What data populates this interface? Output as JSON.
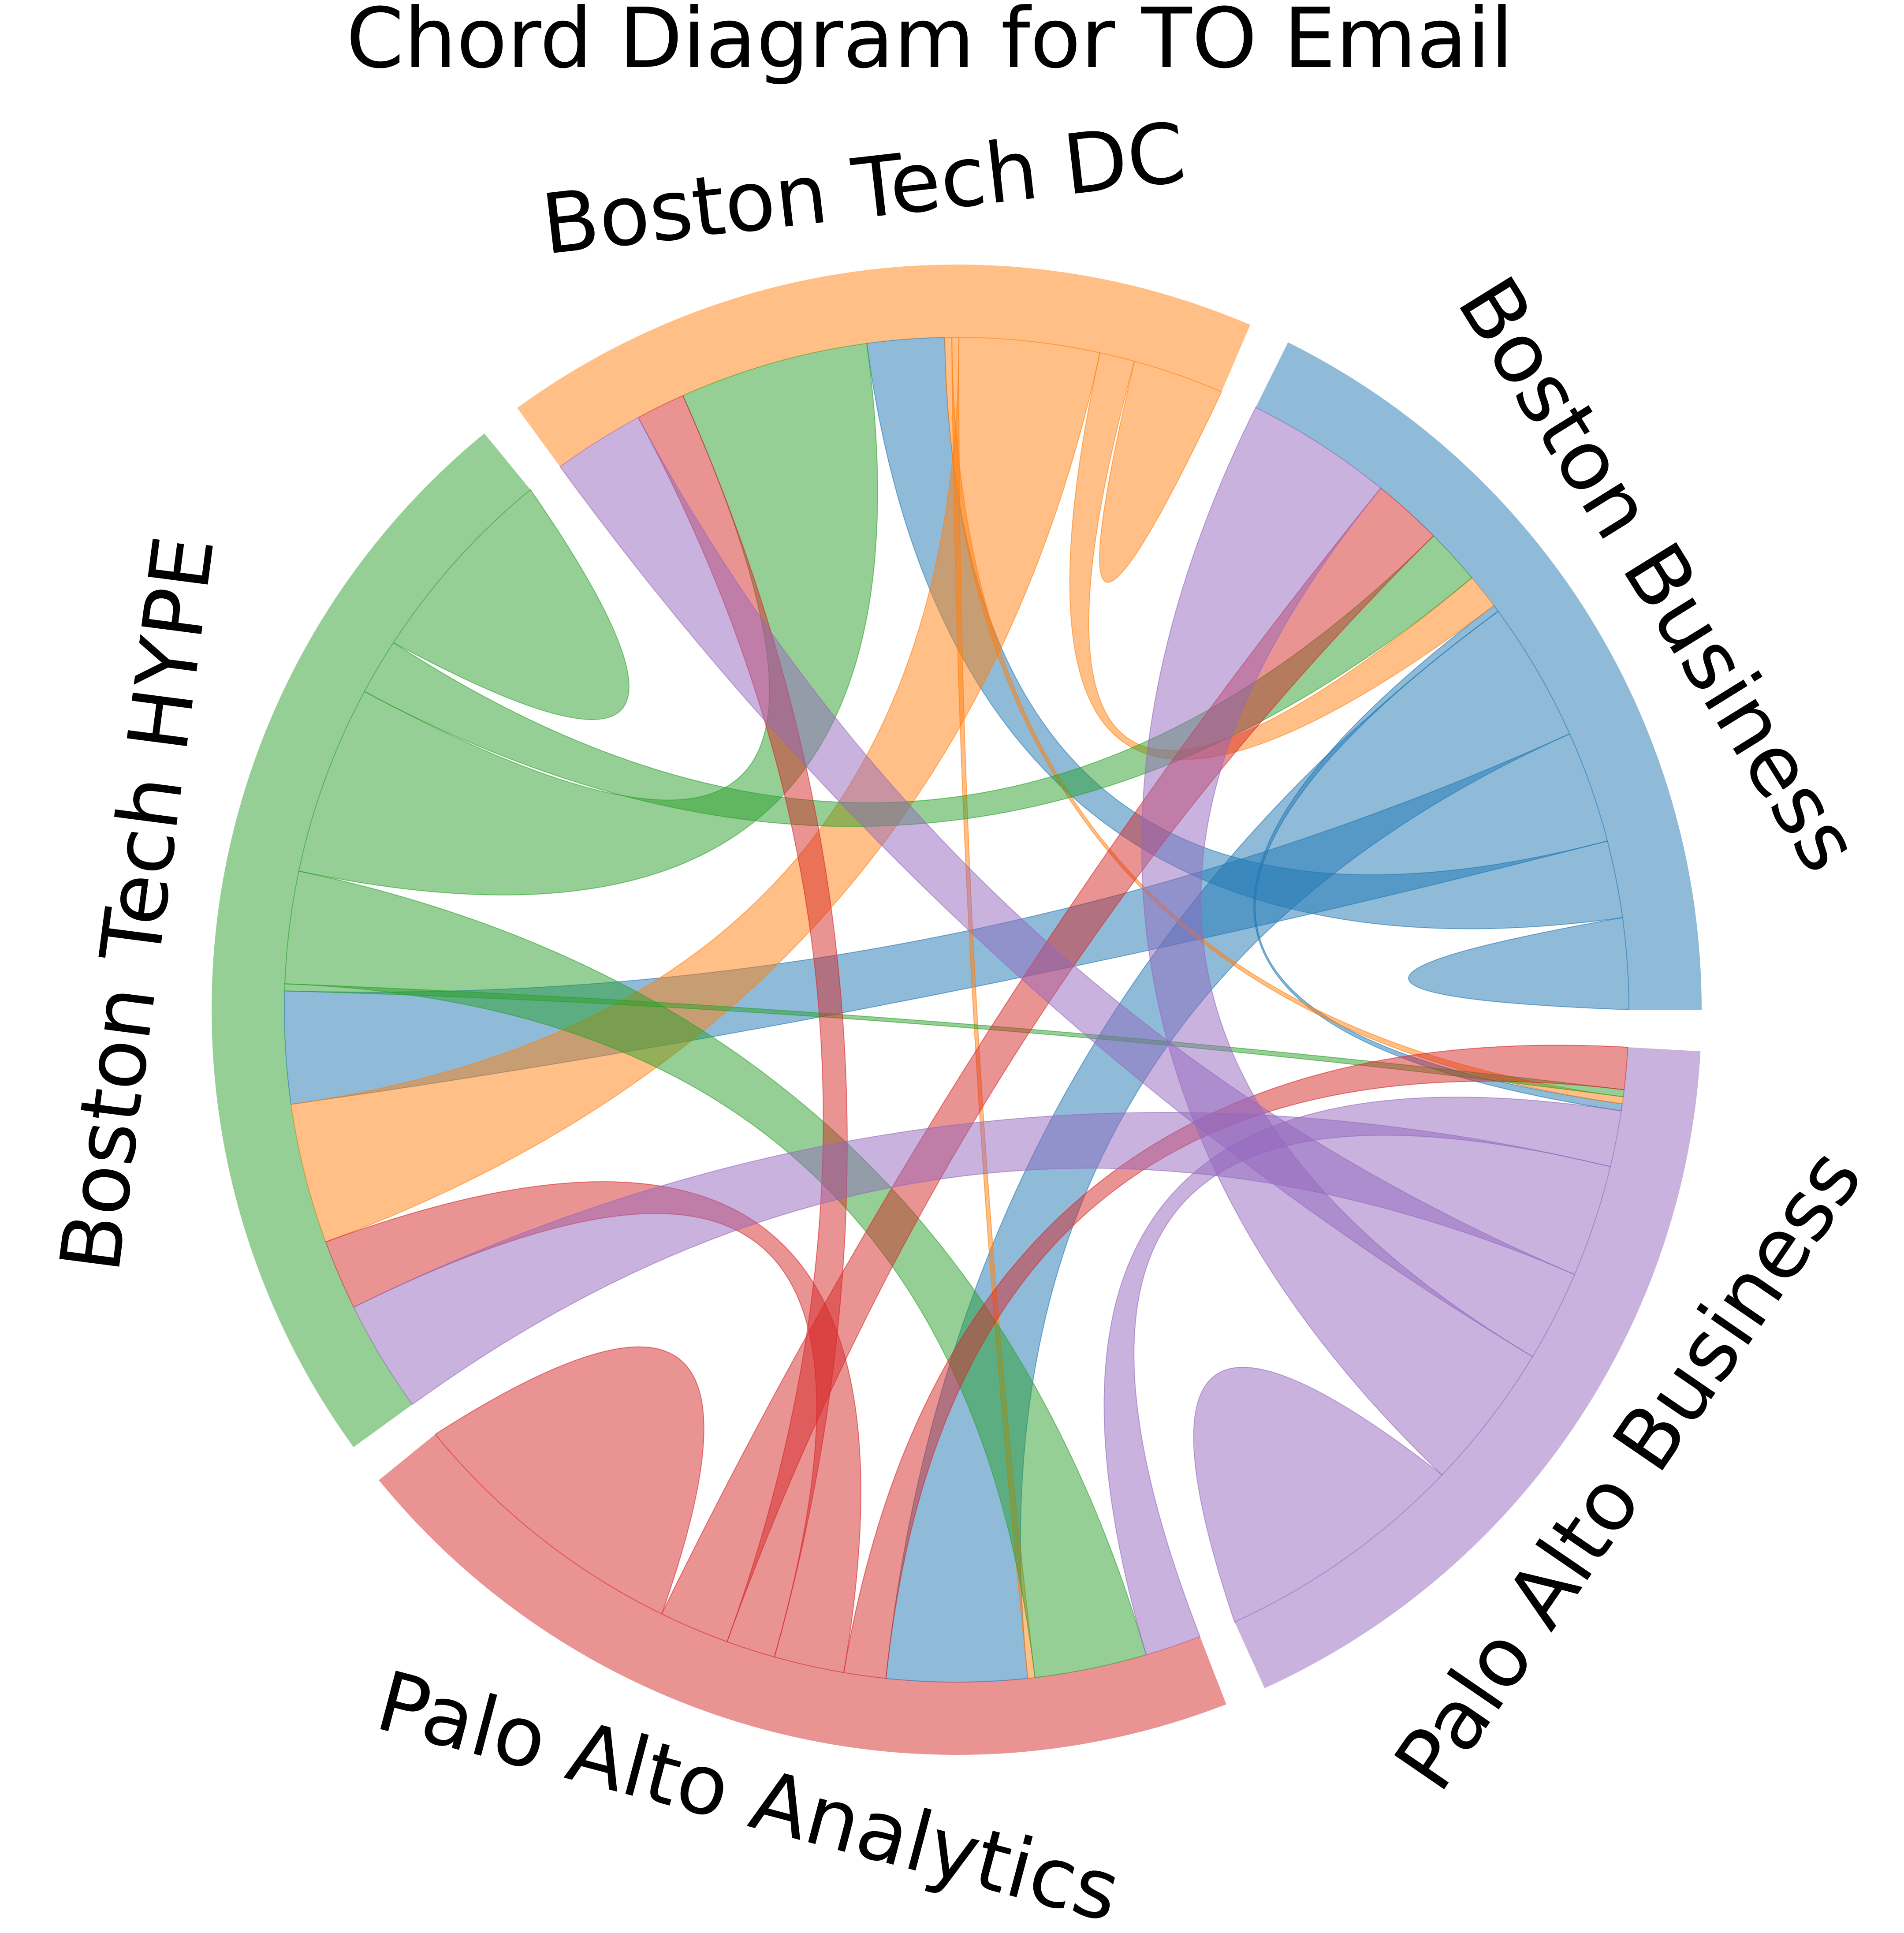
{
  "chart_data": {
    "type": "chord",
    "title": "Chord Diagram for TO Email",
    "groups": [
      {
        "name": "Boston Business",
        "color": "#1f77b4"
      },
      {
        "name": "Boston Tech DC",
        "color": "#ff7f0e"
      },
      {
        "name": "Boston Tech HYPE",
        "color": "#2ca02c"
      },
      {
        "name": "Palo Alto Analytics",
        "color": "#d62728"
      },
      {
        "name": "Palo Alto Business",
        "color": "#9467bd"
      }
    ],
    "matrix": [
      [
        13,
        11,
        16,
        20,
        1
      ],
      [
        5,
        13,
        20,
        1,
        1
      ],
      [
        8,
        27,
        29,
        16,
        1
      ],
      [
        10,
        7,
        10,
        41,
        6
      ],
      [
        21,
        13,
        16,
        8,
        36
      ]
    ],
    "legend": "none",
    "grid": false
  }
}
